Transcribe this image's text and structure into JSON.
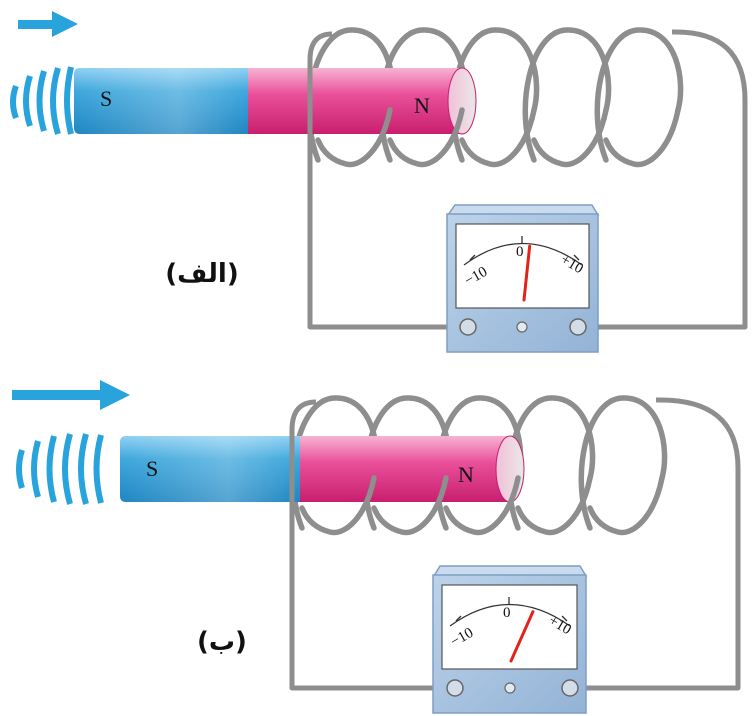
{
  "panels": [
    {
      "caption": "(الف)",
      "magnet": {
        "south_label": "S",
        "north_label": "N"
      },
      "meter": {
        "min_label": "−10",
        "zero_label": "0",
        "max_label": "+10",
        "needle_value": 1
      },
      "arrow": "short"
    },
    {
      "caption": "(ب)",
      "magnet": {
        "south_label": "S",
        "north_label": "N"
      },
      "meter": {
        "min_label": "−10",
        "zero_label": "0",
        "max_label": "+10",
        "needle_value": 4
      },
      "arrow": "long"
    }
  ],
  "colors": {
    "motion_arrow": "#29a3dc",
    "magnet_south": "#3ea7dc",
    "magnet_north": "#e0307f",
    "wire": "#8e8e8e",
    "meter_body": "#a9c4e0",
    "needle": "#e2231a"
  }
}
